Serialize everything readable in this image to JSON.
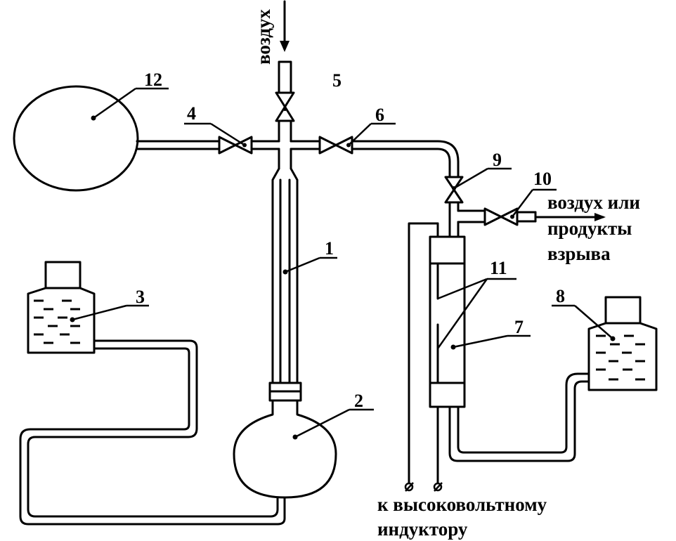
{
  "labels": {
    "air_top": "воздух",
    "air_out_line1": "воздух или",
    "air_out_line2": "продукты",
    "air_out_line3": "взрыва",
    "inductor_line1": "к высоковольтному",
    "inductor_line2": "индуктору"
  },
  "callouts": [
    "1",
    "2",
    "3",
    "4",
    "5",
    "6",
    "7",
    "8",
    "9",
    "10",
    "11",
    "12"
  ]
}
